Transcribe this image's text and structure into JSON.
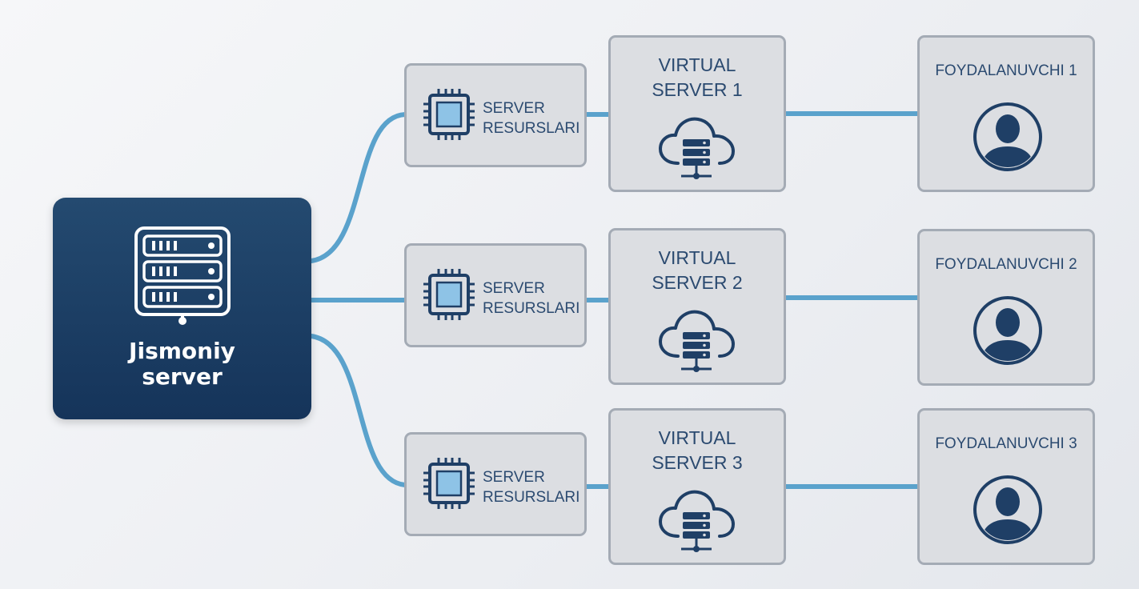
{
  "physical_server": {
    "label_line1": "Jismoniy",
    "label_line2": "server",
    "icon": "server-rack-icon"
  },
  "branches": [
    {
      "resources": {
        "line1": "SERVER",
        "line2": "RESURSLARI",
        "icon": "cpu-chip-icon"
      },
      "virtual_server": {
        "line1": "VIRTUAL",
        "line2": "SERVER 1",
        "icon": "cloud-server-icon"
      },
      "user": {
        "label": "FOYDALANUVCHI 1",
        "icon": "user-avatar-icon"
      }
    },
    {
      "resources": {
        "line1": "SERVER",
        "line2": "RESURSLARI",
        "icon": "cpu-chip-icon"
      },
      "virtual_server": {
        "line1": "VIRTUAL",
        "line2": "SERVER 2",
        "icon": "cloud-server-icon"
      },
      "user": {
        "label": "FOYDALANUVCHI 2",
        "icon": "user-avatar-icon"
      }
    },
    {
      "resources": {
        "line1": "SERVER",
        "line2": "RESURSLARI",
        "icon": "cpu-chip-icon"
      },
      "virtual_server": {
        "line1": "VIRTUAL",
        "line2": "SERVER 3",
        "icon": "cloud-server-icon"
      },
      "user": {
        "label": "FOYDALANUVCHI 3",
        "icon": "user-avatar-icon"
      }
    }
  ],
  "colors": {
    "physical_server_bg": "#1a3c63",
    "connector": "#5aa2cc",
    "box_bg": "#dcdee2",
    "box_border": "#a4abb5",
    "text": "#2b4a70",
    "icon": "#1f3f66",
    "chip_fill": "#8ec3e6"
  }
}
